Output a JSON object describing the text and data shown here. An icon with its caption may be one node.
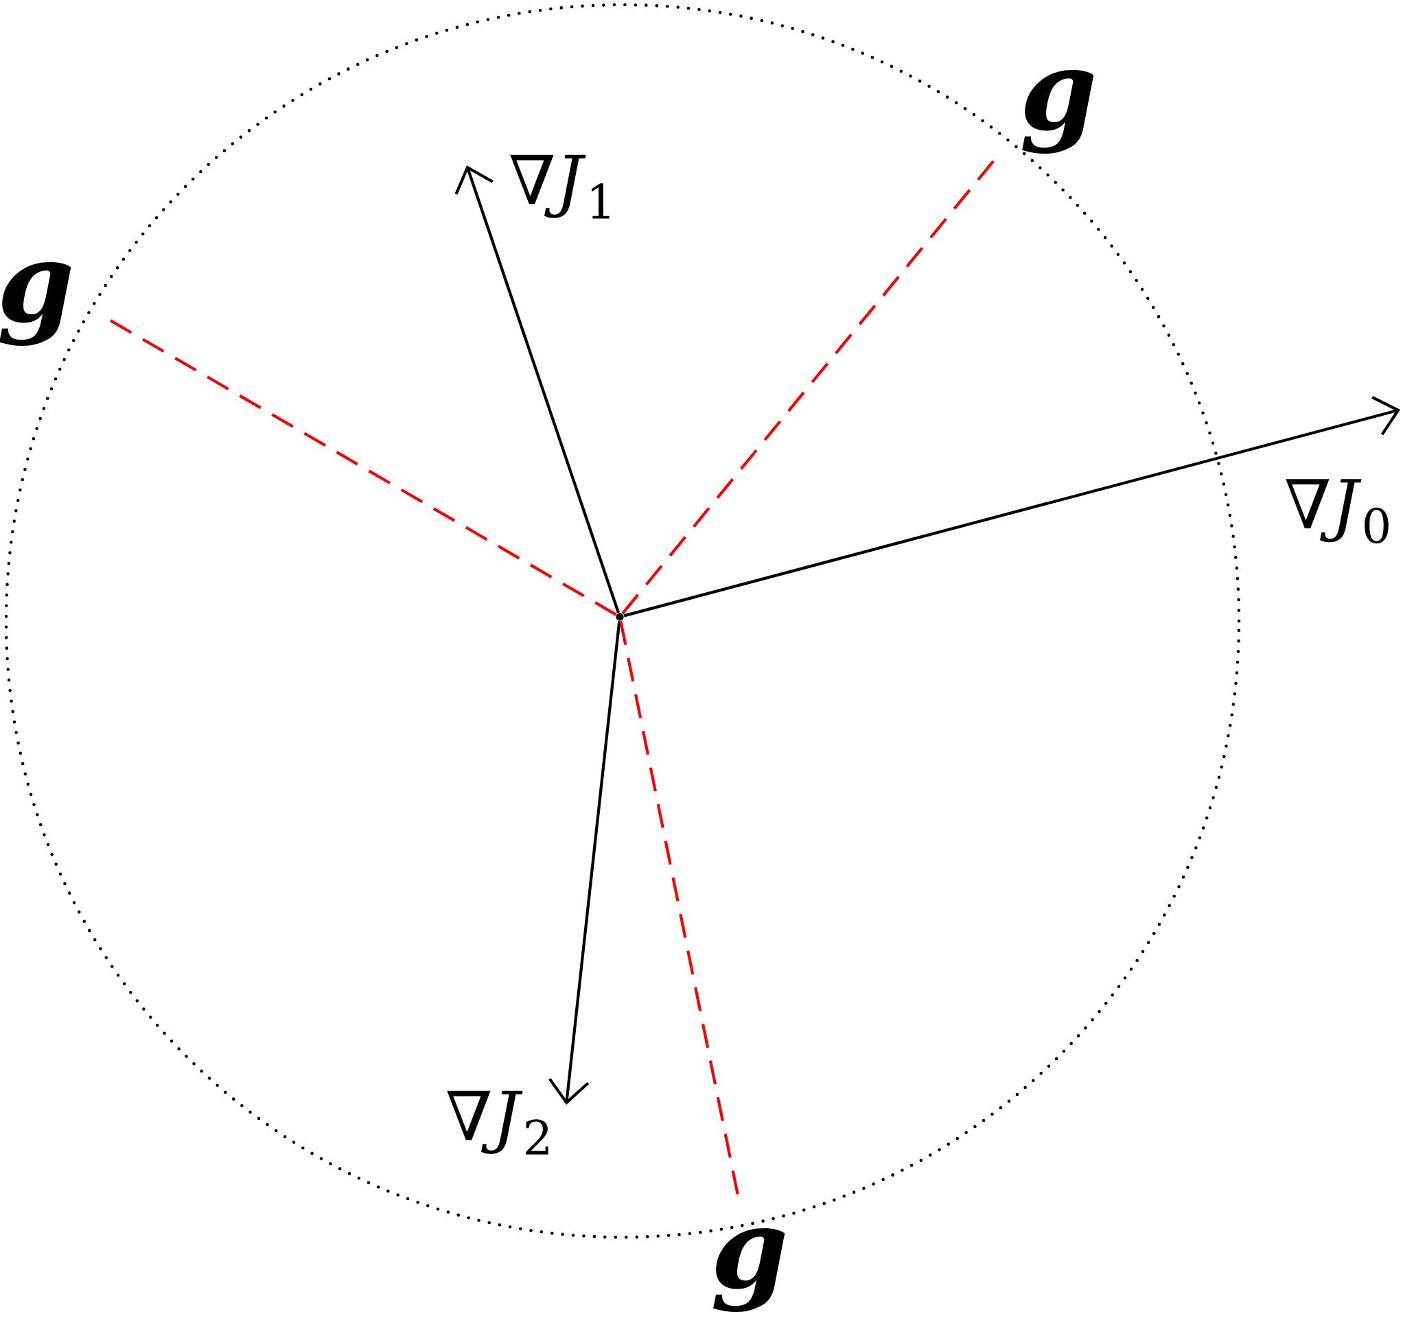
{
  "diagram": {
    "nodes": [
      {
        "text": [],
        "shape": "circle"
      },
      {
        "text": [],
        "shape": "point",
        "in": 0
      }
    ],
    "edges": [
      {
        "from": 1,
        "to": null,
        "arrow": "to",
        "label": "∇*J*$_{0}$"
      },
      {
        "from": 1,
        "to": null,
        "arrow": "to",
        "label": "∇*J*$_{1}$"
      },
      {
        "from": 1,
        "to": null,
        "arrow": "to",
        "label": "∇*J*$_{2}$"
      },
      {
        "from": 1,
        "to": null,
        "arrow": "none",
        "label": "g",
        "style": "dashed",
        "color": "#ff0000"
      },
      {
        "from": 1,
        "to": null,
        "arrow": "none",
        "label": "g",
        "style": "dashed",
        "color": "#ff0000"
      },
      {
        "from": 1,
        "to": null,
        "arrow": "none",
        "label": "g",
        "style": "dashed",
        "color": "#ff0000"
      }
    ]
  }
}
